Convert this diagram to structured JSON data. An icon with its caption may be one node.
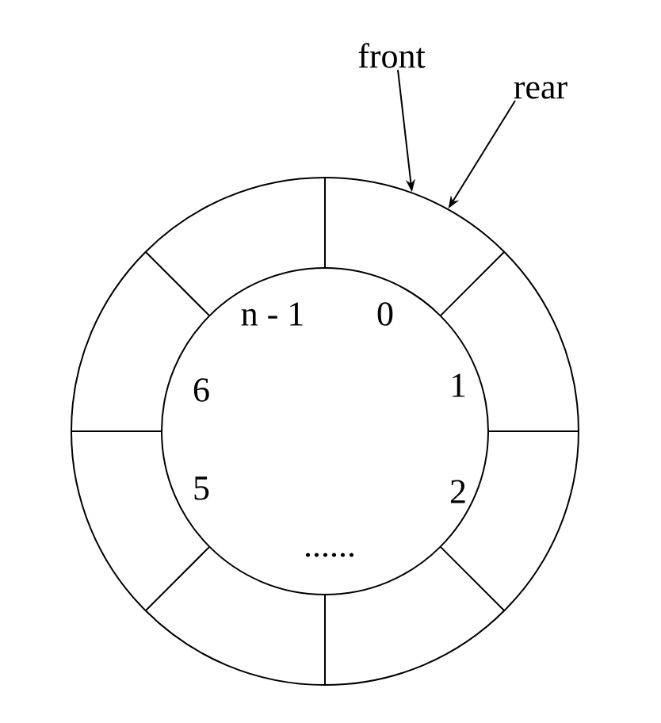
{
  "diagram": {
    "nodes": [
      {
        "text": [
          "front"
        ]
      },
      {
        "text": [
          "rear"
        ]
      },
      {
        "text": [],
        "shape": "circle"
      }
    ],
    "edges": [
      {
        "from": 0,
        "to": 2,
        "arrow": "to"
      },
      {
        "from": 1,
        "to": 2,
        "arrow": "to"
      }
    ],
    "labels": [
      "n - 1",
      "0",
      "6",
      "1",
      "5",
      "2",
      "......"
    ]
  }
}
